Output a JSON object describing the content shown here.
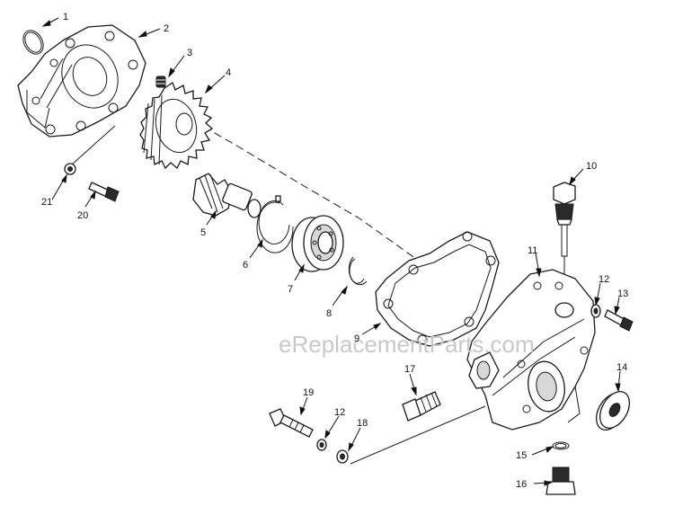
{
  "watermark": "eReplacementParts.com",
  "callouts": [
    {
      "id": "p1",
      "text": "1"
    },
    {
      "id": "p2",
      "text": "2"
    },
    {
      "id": "p3",
      "text": "3"
    },
    {
      "id": "p4",
      "text": "4"
    },
    {
      "id": "p5",
      "text": "5"
    },
    {
      "id": "p6",
      "text": "6"
    },
    {
      "id": "p7",
      "text": "7"
    },
    {
      "id": "p8",
      "text": "8"
    },
    {
      "id": "p9",
      "text": "9"
    },
    {
      "id": "p10",
      "text": "10"
    },
    {
      "id": "p11",
      "text": "11"
    },
    {
      "id": "p12a",
      "text": "12"
    },
    {
      "id": "p13",
      "text": "13"
    },
    {
      "id": "p14",
      "text": "14"
    },
    {
      "id": "p15",
      "text": "15"
    },
    {
      "id": "p16",
      "text": "16"
    },
    {
      "id": "p17",
      "text": "17"
    },
    {
      "id": "p18",
      "text": "18"
    },
    {
      "id": "p12b",
      "text": "12"
    },
    {
      "id": "p19",
      "text": "19"
    },
    {
      "id": "p20",
      "text": "20"
    },
    {
      "id": "p21",
      "text": "21"
    }
  ]
}
